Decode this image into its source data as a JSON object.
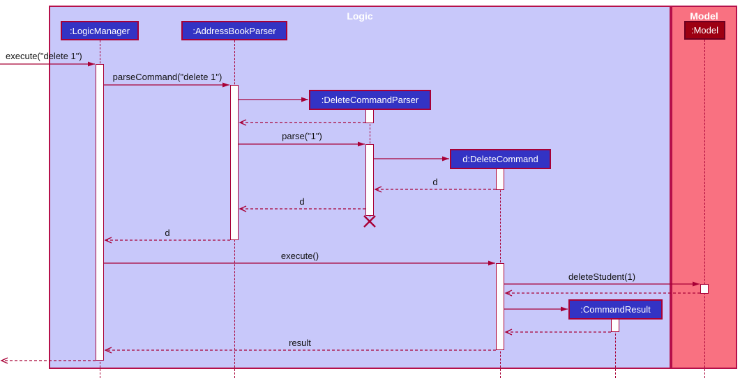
{
  "frames": {
    "logic": {
      "title": "Logic"
    },
    "model": {
      "title": "Model"
    }
  },
  "participants": {
    "logic_manager": {
      "label": ":LogicManager"
    },
    "address_book_parser": {
      "label": ":AddressBookParser"
    },
    "delete_command_parser": {
      "label": ":DeleteCommandParser"
    },
    "delete_command": {
      "label": "d:DeleteCommand"
    },
    "command_result": {
      "label": ":CommandResult"
    },
    "model": {
      "label": ":Model"
    }
  },
  "messages": {
    "execute_delete": {
      "label": "execute(\"delete 1\")",
      "type": "call"
    },
    "parse_command": {
      "label": "parseCommand(\"delete 1\")",
      "type": "call"
    },
    "parse": {
      "label": "parse(\"1\")",
      "type": "call"
    },
    "return_d_to_parser": {
      "label": "d",
      "type": "return"
    },
    "return_d_to_abp": {
      "label": "d",
      "type": "return"
    },
    "return_d_to_lm": {
      "label": "d",
      "type": "return"
    },
    "execute": {
      "label": "execute()",
      "type": "call"
    },
    "delete_student": {
      "label": "deleteStudent(1)",
      "type": "call"
    },
    "result": {
      "label": "result",
      "type": "return"
    }
  },
  "colors": {
    "logic_frame_bg": "#C8C8FA",
    "model_frame_bg": "#F97181",
    "participant_bg": "#3333C4",
    "model_participant_bg": "#9D0012",
    "line": "#A80036",
    "frame_border": "#B5104A"
  }
}
